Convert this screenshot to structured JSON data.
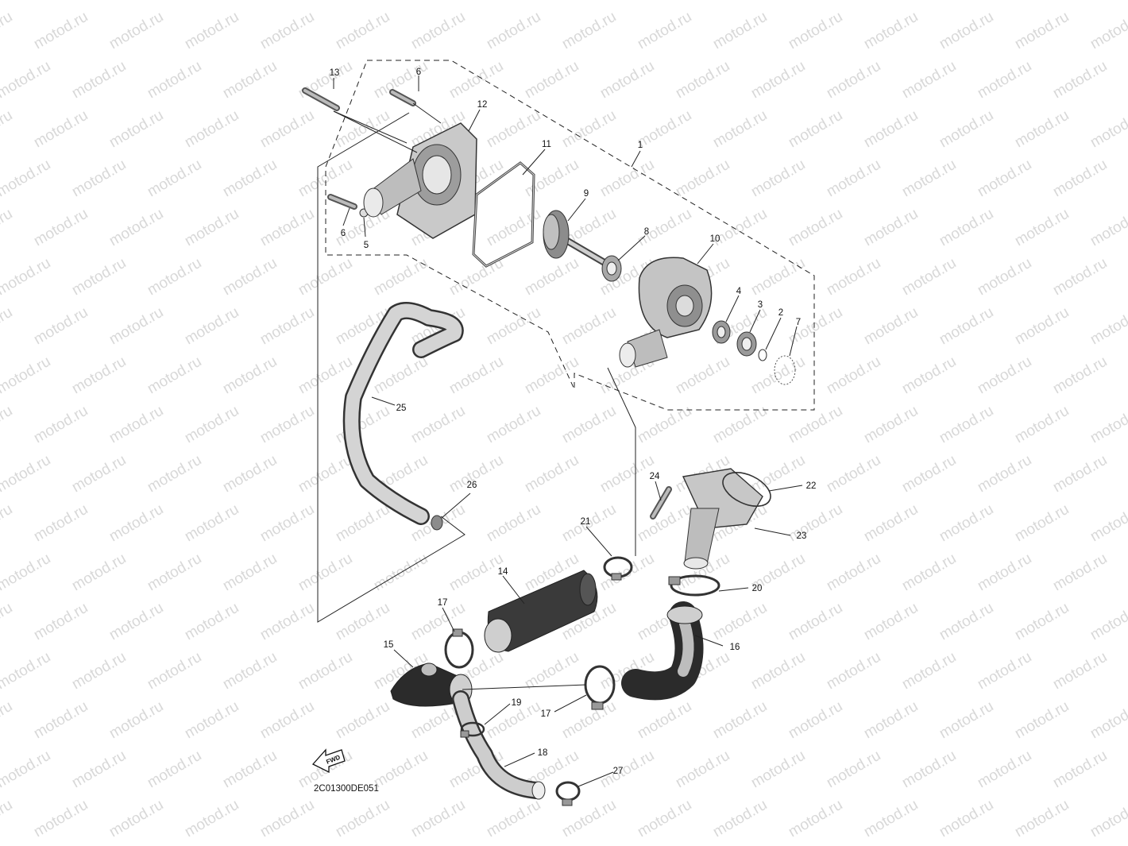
{
  "watermark": "motod.ru",
  "diagram_code": "2C01300DE051",
  "front_arrow_text": "FWD",
  "callouts": [
    "1",
    "2",
    "3",
    "4",
    "5",
    "6",
    "6",
    "7",
    "8",
    "9",
    "10",
    "11",
    "12",
    "13",
    "14",
    "15",
    "16",
    "17",
    "17",
    "18",
    "19",
    "20",
    "21",
    "22",
    "23",
    "24",
    "25",
    "26",
    "27"
  ],
  "colors": {
    "line": "#222222",
    "part_light": "#cfcfcf",
    "part_mid": "#9a9a9a",
    "part_dark": "#2b2b2b",
    "watermark": "#d8d8d8"
  },
  "icons": [
    "bolt-icon",
    "pump-cover-icon",
    "gasket-icon",
    "impeller-shaft-icon",
    "seal-icon",
    "pump-housing-icon",
    "bearing-icon",
    "circlip-icon",
    "o-ring-icon",
    "hose-icon",
    "clamp-icon",
    "thermostat-housing-icon",
    "front-arrow-icon"
  ]
}
